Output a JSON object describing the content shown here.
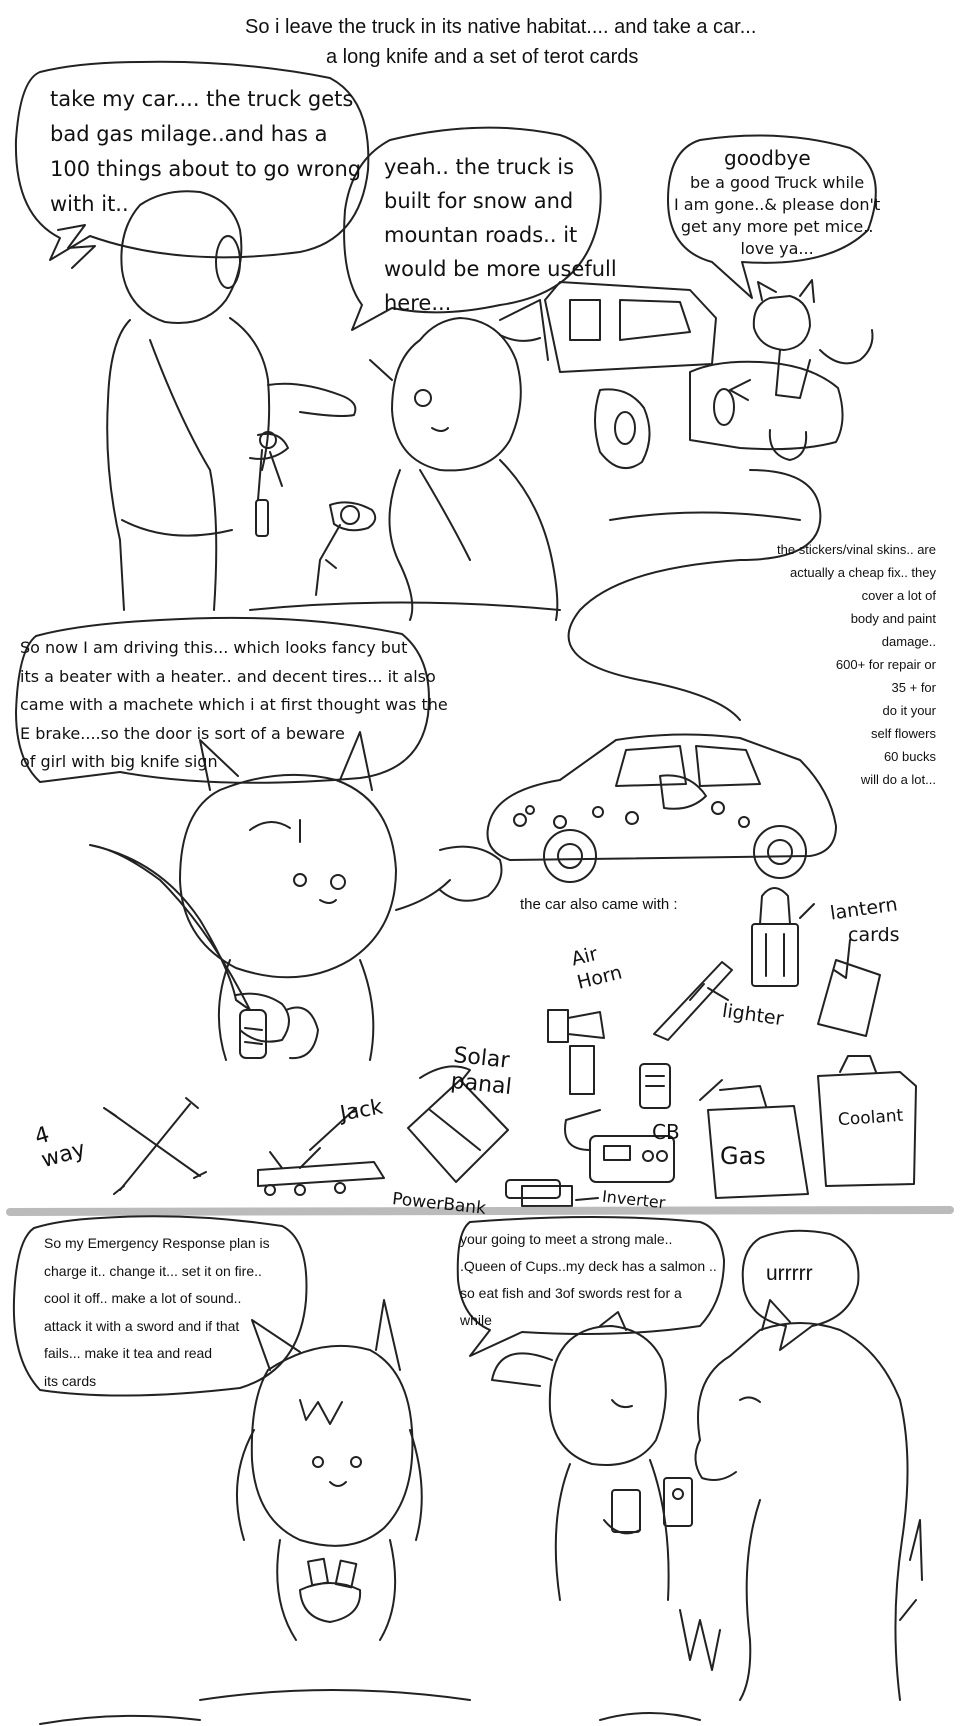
{
  "caption": {
    "line1": "So i leave the truck in its native habitat.... and take a car...",
    "line2": "a long knife and a set of terot cards"
  },
  "panel1": {
    "bubble_car": "take my car.... the truck gets\nbad gas milage..and has a\n100 things about to go wrong\nwith it..",
    "bubble_truck": "yeah.. the truck is\n built for snow and\n mountan roads.. it\nwould be more usefull\n here...",
    "bubble_goodbye_title": "goodbye",
    "bubble_goodbye_body": "be a good Truck while\nI am gone..& please don't\nget any more pet mice..\nlove ya..."
  },
  "panel2": {
    "bubble_driving": "So now I am driving this... which looks fancy but\nits a beater with a heater.. and decent tires... it also\ncame with a machete which i at first thought was the\nE brake....so the door is sort of a beware\nof girl with big knife sign",
    "sticker_note": "the stickers/vinal skins.. are\nactually a cheap fix.. they\ncover a lot of\nbody and paint\ndamage..\n600+ for repair or\n35 + for\ndo it your\nself flowers\n60 bucks\nwill do a lot...",
    "items_caption": "the car also came with :",
    "labels": {
      "lantern": "lantern",
      "cards": "cards",
      "air_horn": "Air\nHorn",
      "lighter": "lighter",
      "solar_panal": "Solar\npanal",
      "jack": "Jack",
      "four_way": "4\nway",
      "cb": "CB",
      "gas": "Gas",
      "coolant": "Coolant",
      "power_bank": "PowerBank",
      "inverter": "Inverter"
    }
  },
  "panel3": {
    "bubble_plan": "So my  Emergency Response plan is\ncharge it.. change it... set it on fire..\ncool it off.. make a lot of sound..\nattack it with a sword and if that\nfails... make it tea and read\n its cards",
    "bubble_reading": "your going to meet a strong male..\n.Queen of Cups..my deck has a salmon ..\nso eat fish and 3of swords rest for a\n                    while",
    "bubble_growl": "urrrrr"
  }
}
